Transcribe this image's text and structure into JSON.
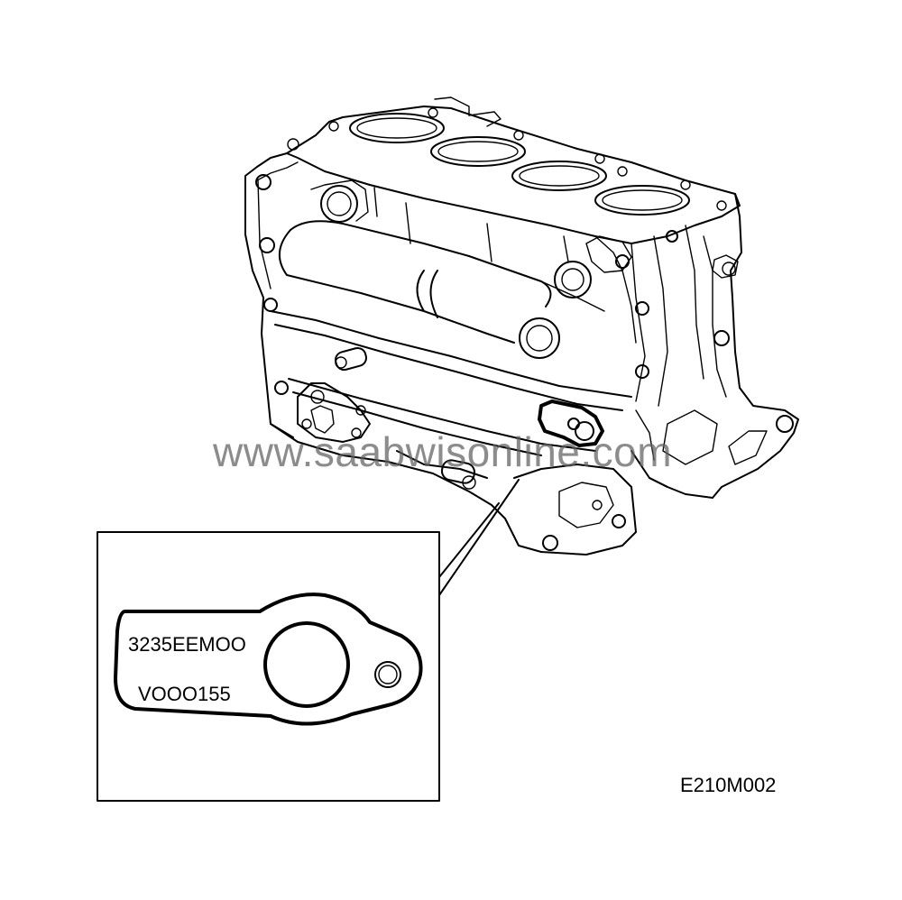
{
  "figure": {
    "id": "E210M002",
    "watermark": "www.saabwisonline.com"
  },
  "detail": {
    "marking_line1": "3235EEMOO",
    "marking_line2": "VOOO155"
  }
}
